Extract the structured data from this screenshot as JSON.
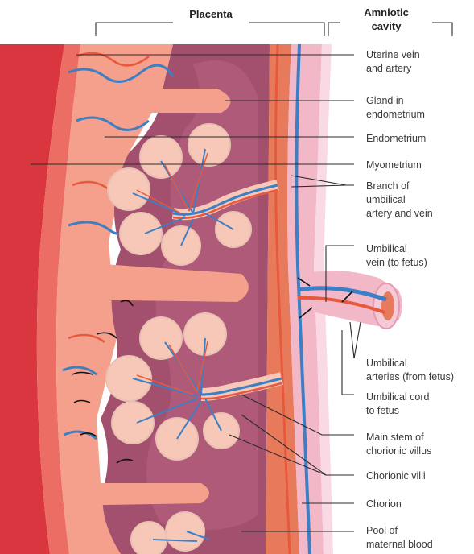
{
  "headers": {
    "placenta": "Placenta",
    "amniotic_line1": "Amniotic",
    "amniotic_line2": "cavity"
  },
  "labels": {
    "uterine_vessels": [
      "Uterine vein",
      "and artery"
    ],
    "gland": [
      "Gland in",
      "endometrium"
    ],
    "endometrium": [
      "Endometrium"
    ],
    "myometrium": [
      "Myometrium"
    ],
    "branch_umbilical": [
      "Branch of",
      "umbilical",
      "artery and vein"
    ],
    "umbilical_vein": [
      "Umbilical",
      "vein (to fetus)"
    ],
    "umbilical_arteries": [
      "Umbilical",
      "arteries (from fetus)"
    ],
    "umbilical_cord": [
      "Umbilical cord",
      "to fetus"
    ],
    "main_stem": [
      "Main stem of",
      "chorionic villus"
    ],
    "chorionic_villi": [
      "Chorionic villi"
    ],
    "chorion": [
      "Chorion"
    ],
    "pool_blood": [
      "Pool of",
      "maternal blood"
    ]
  },
  "colors": {
    "myometrium": "#e0404a",
    "endometrium": "#f4a08c",
    "pool": "#a04a6a",
    "villus": "#f7c7b8",
    "vein": "#3c7fc4",
    "artery": "#e8583c",
    "chorion": "#f2b8c8",
    "amnion": "#f9d9e3"
  }
}
